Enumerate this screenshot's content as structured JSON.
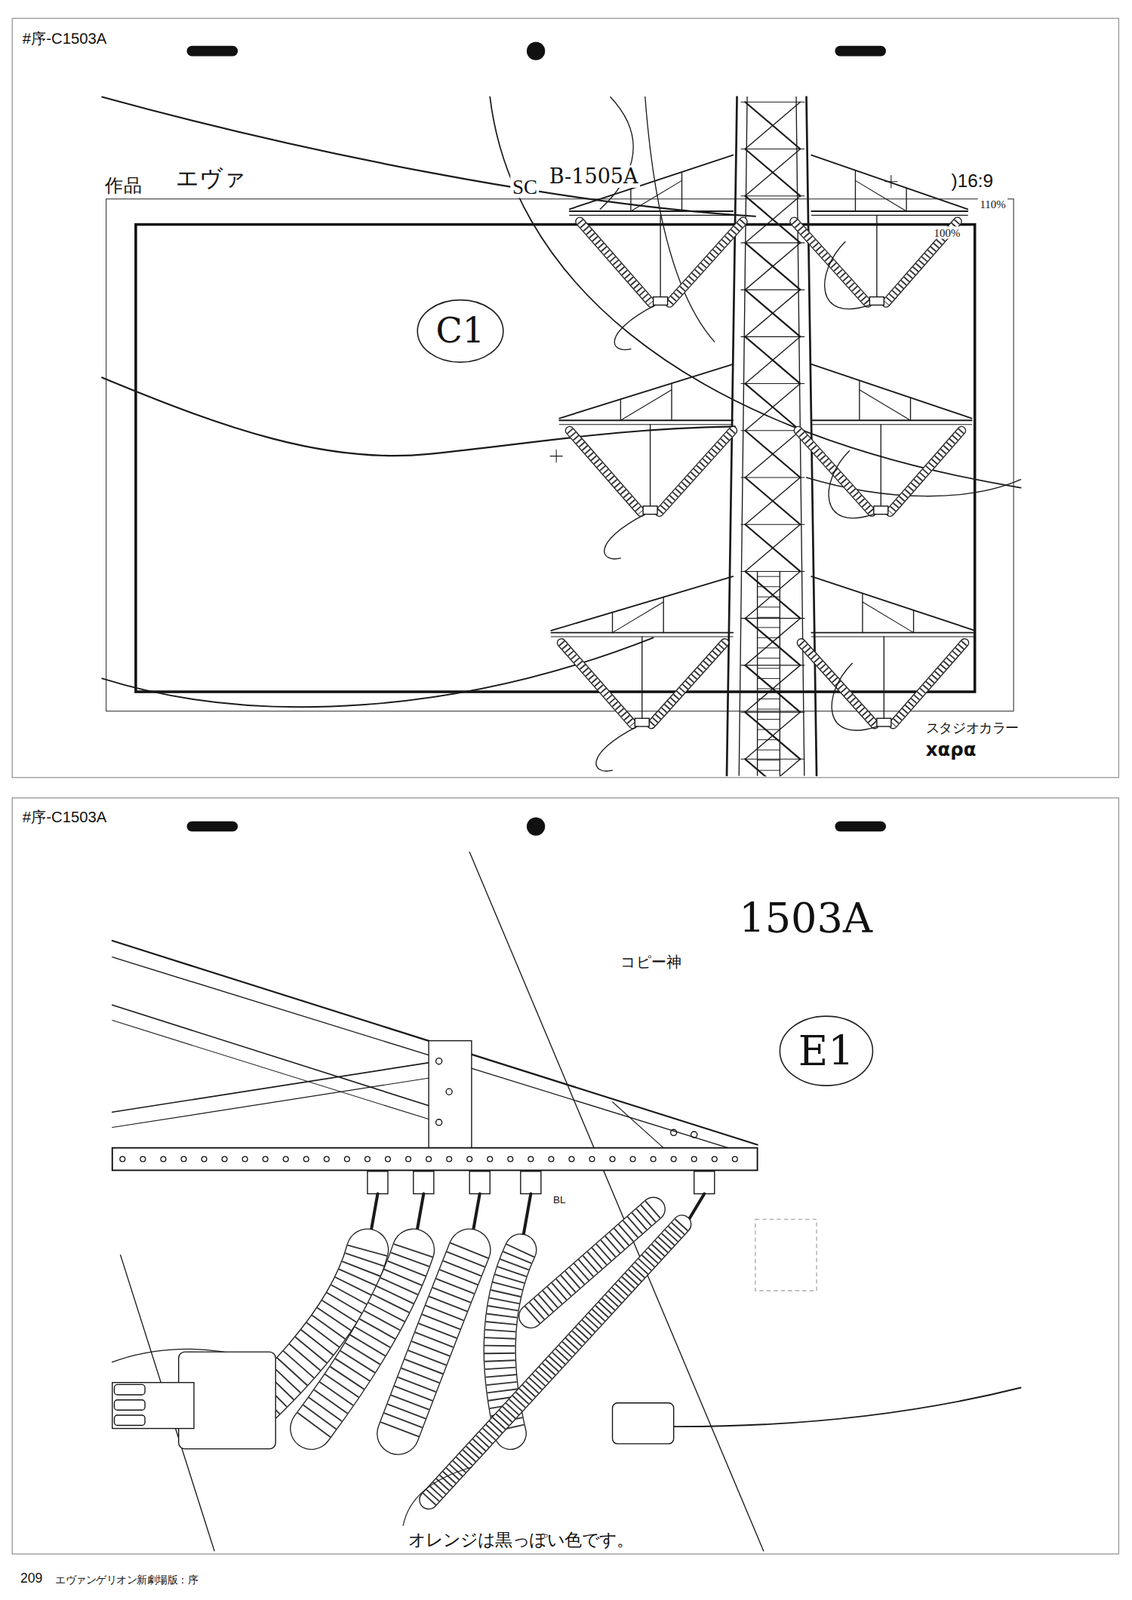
{
  "diagram": {
    "labels": [
      "#序-C1503A",
      "作品",
      "エヴァ",
      "SC",
      "B-1505A",
      ")16:9",
      "110%",
      "100%",
      "C1",
      "スタジオカラー",
      "xαρα",
      "#序-C1503A",
      "1503A",
      "コピー神",
      "E1",
      "BL",
      "オレンジは黒っぽい色です。",
      "209",
      "エヴァンゲリオン新劇場版：序"
    ]
  }
}
